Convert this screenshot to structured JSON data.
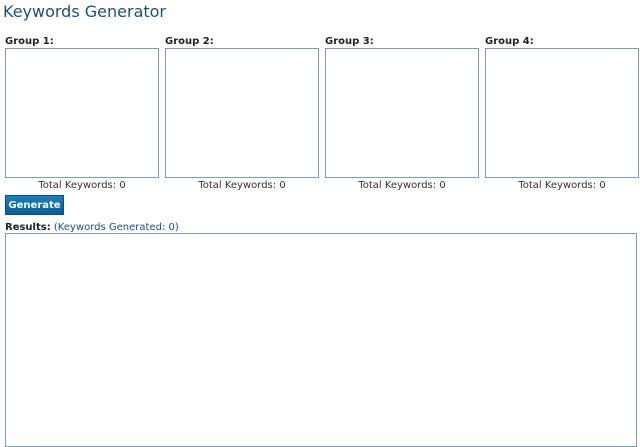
{
  "title": "Keywords Generator",
  "groups": [
    {
      "label": "Group 1:",
      "total": "Total Keywords: 0"
    },
    {
      "label": "Group 2:",
      "total": "Total Keywords: 0"
    },
    {
      "label": "Group 3:",
      "total": "Total Keywords: 0"
    },
    {
      "label": "Group 4:",
      "total": "Total Keywords: 0"
    }
  ],
  "generate_label": "Generate",
  "results": {
    "label": "Results:",
    "count": "(Keywords Generated: 0)"
  }
}
